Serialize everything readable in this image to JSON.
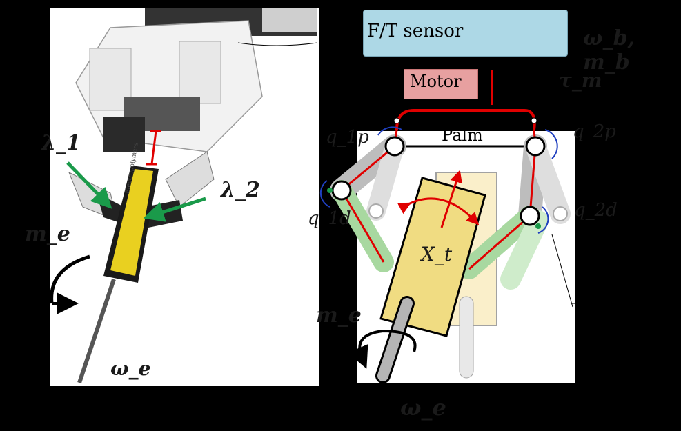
{
  "labels": {
    "ft_sensor": "F/T sensor",
    "motor": "Motor",
    "palm": "Palm",
    "omega_b_m_b": "ω_b, m_b",
    "tau_m": "τ_m",
    "q1p": "q_1p",
    "q2p": "q_2p",
    "q1d": "q_1d",
    "q2d": "q_2d",
    "X_t": "X_t",
    "m_e_right": "m_e",
    "omega_e_right": "ω_e",
    "lambda_1": "λ_1",
    "lambda_2": "λ_2",
    "m_e_left": "m_e",
    "omega_e_left": "ω_e",
    "screwdriver_brand": "Electropolymers"
  },
  "colors": {
    "background": "#000000",
    "ft_box": "#add8e6",
    "motor_box": "#e7a0a0",
    "tendon_red": "#e00000",
    "arrow_green": "#1a9a4a",
    "object_yellow": "#f0dc82",
    "link_gray": "#bdbdbd",
    "distal_green": "#a8d8a0",
    "joint_blue": "#1f3fbf"
  },
  "icons": {
    "rotation_arrow": "curved-arrow-icon",
    "robot_photo": "robot-gripper-photo"
  }
}
